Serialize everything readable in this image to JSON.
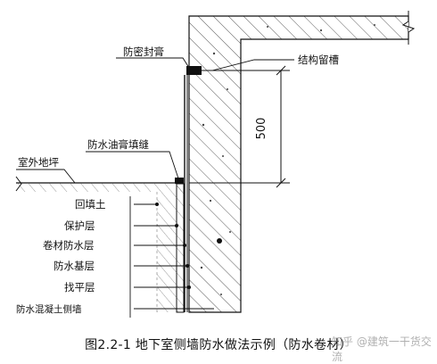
{
  "labels": {
    "sealant": "防密封膏",
    "groove": "结构留槽",
    "oil_filler": "防水油膏填缝",
    "outdoor_ground": "室外地坪",
    "backfill": "回填土",
    "protect": "保护层",
    "membrane": "卷材防水层",
    "base": "防水基层",
    "leveling": "找平层",
    "wall": "防水混凝土侧墙"
  },
  "dimension": "500",
  "caption": "图2.2-1  地下室侧墙防水做法示例（防水卷材）",
  "watermark": "知乎 @建筑一干货交流"
}
